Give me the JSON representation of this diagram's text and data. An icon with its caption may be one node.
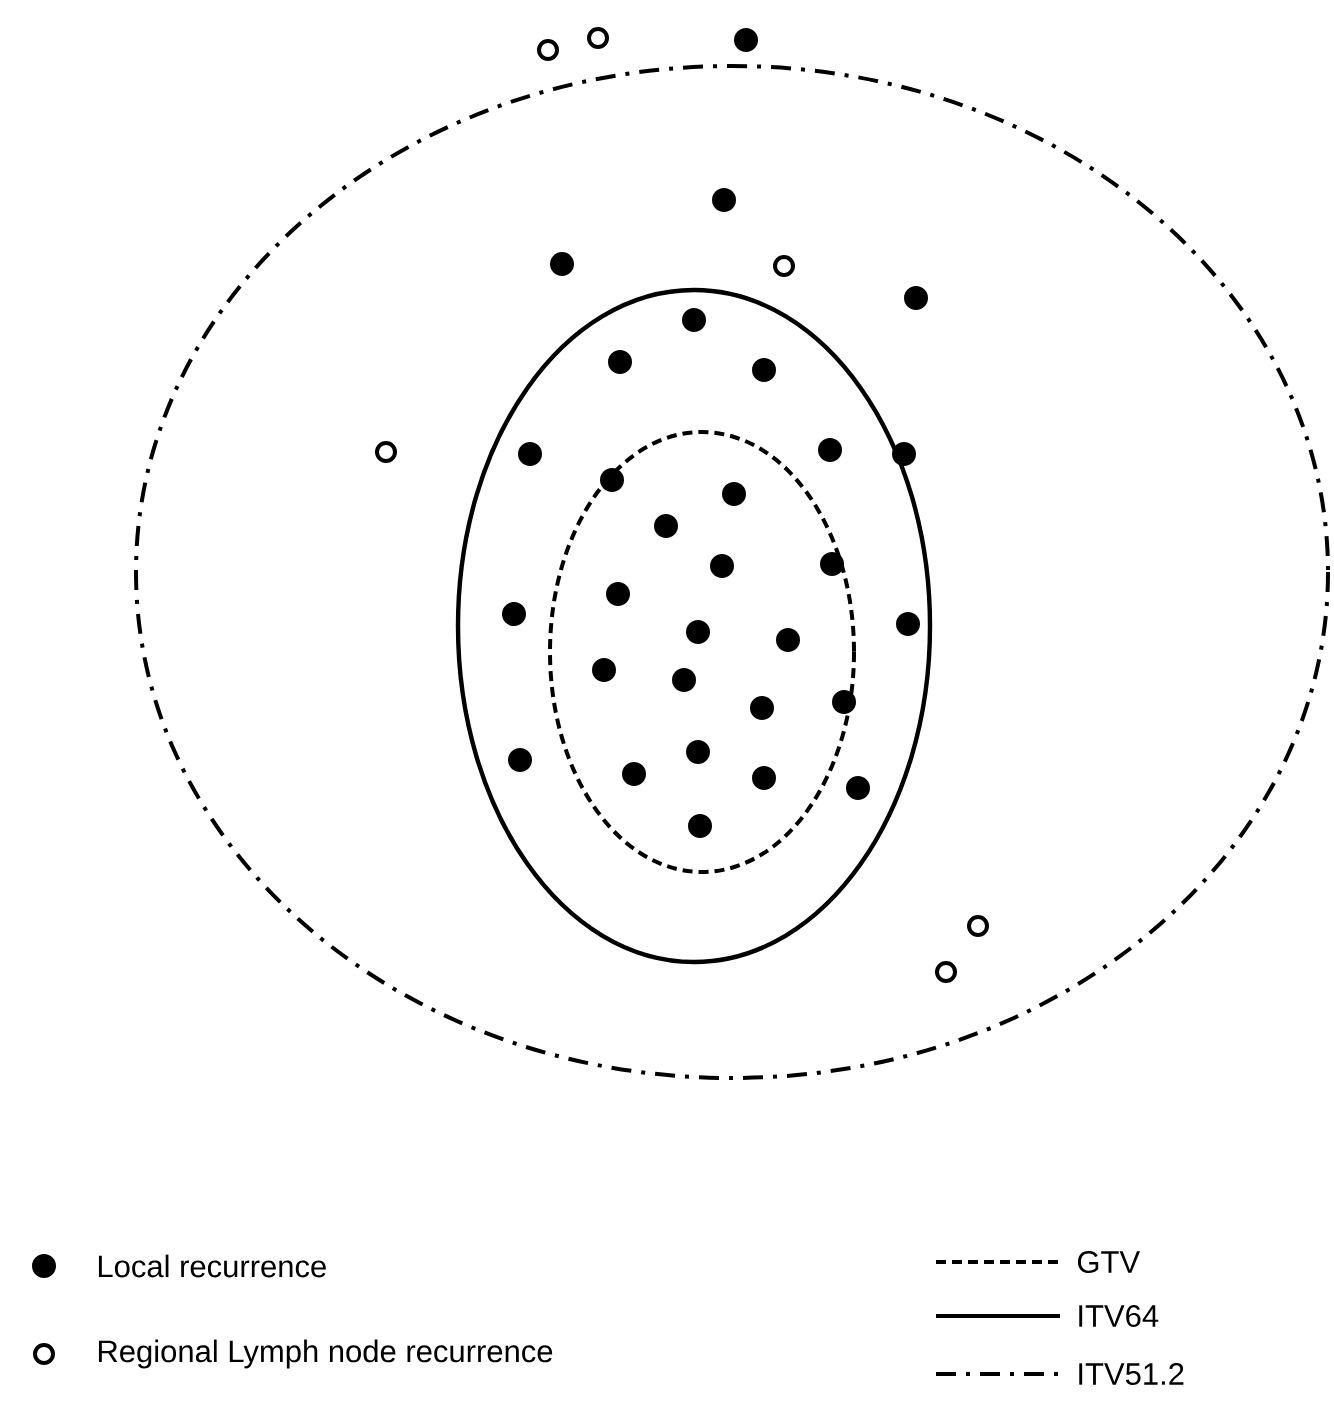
{
  "diagram": {
    "legend": [
      {
        "text": "Local recurrence"
      },
      {
        "text": "Regional Lymph node recurrence"
      },
      {
        "text": "GTV"
      },
      {
        "text": "ITV64"
      },
      {
        "text": "ITV51.2"
      }
    ]
  }
}
